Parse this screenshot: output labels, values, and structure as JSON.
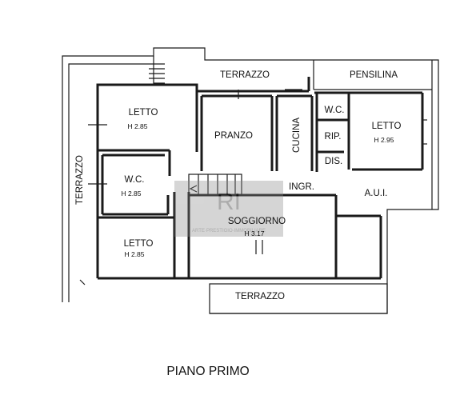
{
  "plan": {
    "title": "PIANO PRIMO",
    "rooms": {
      "terrazzo_top": "TERRAZZO",
      "pensilina": "PENSILINA",
      "letto_1": "LETTO",
      "letto_1_h": "H 2.85",
      "pranzo": "PRANZO",
      "cucina": "CUCINA",
      "wc_right": "W.C.",
      "rip": "RIP.",
      "letto_right": "LETTO",
      "letto_right_h": "H 2.95",
      "dis": "DIS.",
      "terrazzo_left": "TERRAZZO",
      "wc_left": "W.C.",
      "wc_left_h": "H 2.85",
      "ingr": "INGR.",
      "aui": "A.U.I.",
      "soggiorno": "SOGGIORNO",
      "soggiorno_h": "H 3.17",
      "letto_2": "LETTO",
      "letto_2_h": "H 2.85",
      "terrazzo_bottom": "TERRAZZO"
    },
    "watermark": {
      "logo_letters": "RI",
      "tagline": "ARTE·PRESTIGIO·IMMOBILIARE"
    }
  }
}
